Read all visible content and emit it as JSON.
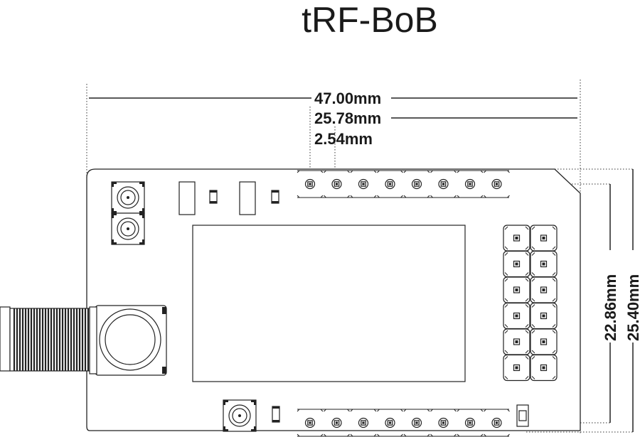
{
  "title": "tRF-BoB",
  "dimensions": {
    "board_width": "47.00mm",
    "header_span": "25.78mm",
    "pin_pitch": "2.54mm",
    "header_spacing_inner": "22.86mm",
    "header_spacing_outer": "25.40mm"
  },
  "header_pin_count": 8,
  "side_pad_rows": 6,
  "side_pad_cols": 2
}
